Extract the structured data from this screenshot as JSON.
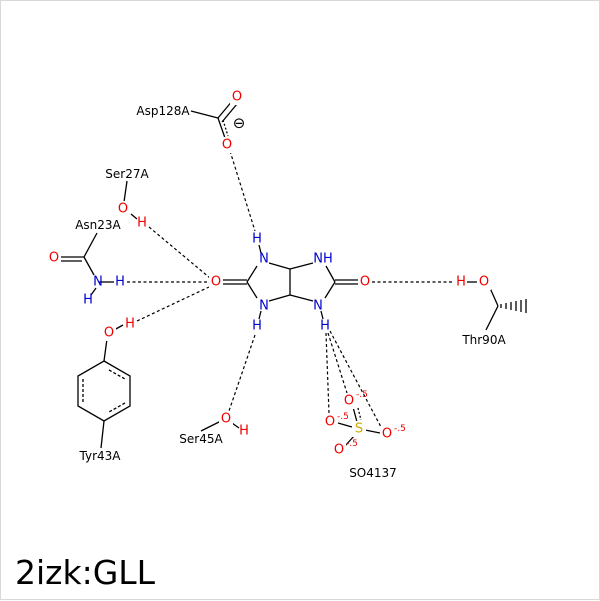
{
  "caption": "2izk:GLL",
  "colors": {
    "carbon": "#000000",
    "nitrogen": "#0000cc",
    "oxygen": "#ee0000",
    "sulfur": "#ccaa00"
  },
  "residues": {
    "asp128a": "Asp128A",
    "ser27a": "Ser27A",
    "asn23a": "Asn23A",
    "tyr43a": "Tyr43A",
    "ser45a": "Ser45A",
    "thr90a": "Thr90A",
    "so4137": "SO4137"
  },
  "atoms": {
    "O": "O",
    "N": "N",
    "H": "H",
    "S": "S",
    "NH": "NH"
  },
  "charges": {
    "minus": "⊖",
    "partial": "-.5"
  }
}
